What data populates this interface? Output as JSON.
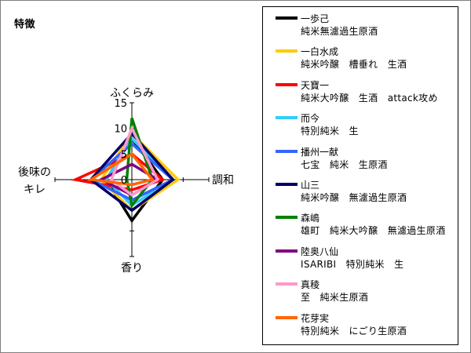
{
  "chart_data": {
    "type": "radar",
    "title": "特徴",
    "axes": [
      "ふくらみ",
      "調和",
      "香り",
      "後味の\nキレ"
    ],
    "rlim": [
      0,
      15
    ],
    "ticks": [
      "15",
      "10",
      "5",
      "0"
    ],
    "grid": false,
    "legend_position": "right",
    "series": [
      {
        "name": "一歩己",
        "desc": "純米無濾過生原酒",
        "color": "#000000",
        "values": [
          8,
          6,
          8,
          5
        ]
      },
      {
        "name": "一白水成",
        "desc": "純米吟醸　槽垂れ　生酒",
        "color": "#ffcc00",
        "values": [
          9,
          9,
          6,
          6
        ]
      },
      {
        "name": "天寶一",
        "desc": "純米大吟醸　生酒　attack攻め",
        "color": "#ff0000",
        "values": [
          5,
          6,
          2,
          11
        ]
      },
      {
        "name": "而今",
        "desc": "特別純米　生",
        "color": "#33ccff",
        "values": [
          8,
          8,
          5,
          5
        ]
      },
      {
        "name": "播州一献",
        "desc": "七宝　純米　生原酒",
        "color": "#3366ff",
        "values": [
          7,
          8,
          4,
          8
        ]
      },
      {
        "name": "山三",
        "desc": "純米吟醸　無濾過生原酒",
        "color": "#000066",
        "values": [
          9,
          8,
          6,
          8
        ]
      },
      {
        "name": "森嶋",
        "desc": "雄町　純米大吟醸　無濾過生原酒",
        "color": "#008000",
        "values": [
          12,
          4,
          5,
          1
        ]
      },
      {
        "name": "陸奥八仙",
        "desc": "ISARIBI　特別純米　生",
        "color": "#800080",
        "values": [
          3,
          5,
          3,
          6
        ]
      },
      {
        "name": "真稜",
        "desc": "至　純米生原酒",
        "color": "#ff99cc",
        "values": [
          10,
          5,
          3,
          4
        ]
      },
      {
        "name": "花芽実",
        "desc": "特別純米　にごり生原酒",
        "color": "#ff6600",
        "values": [
          5,
          4,
          1,
          8
        ]
      }
    ]
  }
}
